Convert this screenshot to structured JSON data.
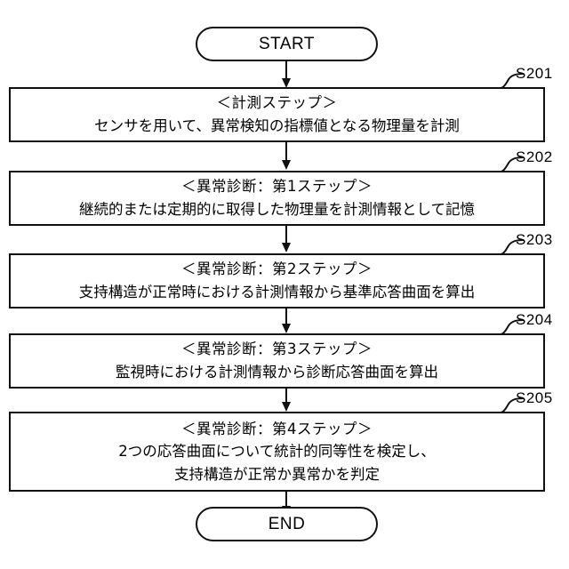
{
  "diagram": {
    "title": "abnormality diagnosis flowchart",
    "background_color": "#ffffff",
    "line_color": "#111111",
    "text_color": "#000000"
  },
  "start": {
    "label": "START"
  },
  "end": {
    "label": "END"
  },
  "steps": [
    {
      "ref": "S201",
      "lines": [
        "＜計測ステップ＞",
        "センサを用いて、異常検知の指標値となる物理量を計測"
      ]
    },
    {
      "ref": "S202",
      "lines": [
        "＜異常診断：第1ステップ＞",
        "継続的または定期的に取得した物理量を計測情報として記憶"
      ]
    },
    {
      "ref": "S203",
      "lines": [
        "＜異常診断：第2ステップ＞",
        "支持構造が正常時における計測情報から基準応答曲面を算出"
      ]
    },
    {
      "ref": "S204",
      "lines": [
        "＜異常診断：第3ステップ＞",
        "監視時における計測情報から診断応答曲面を算出"
      ]
    },
    {
      "ref": "S205",
      "lines": [
        "＜異常診断：第4ステップ＞",
        "2つの応答曲面について統計的同等性を検定し、",
        "支持構造が正常か異常かを判定"
      ]
    }
  ]
}
